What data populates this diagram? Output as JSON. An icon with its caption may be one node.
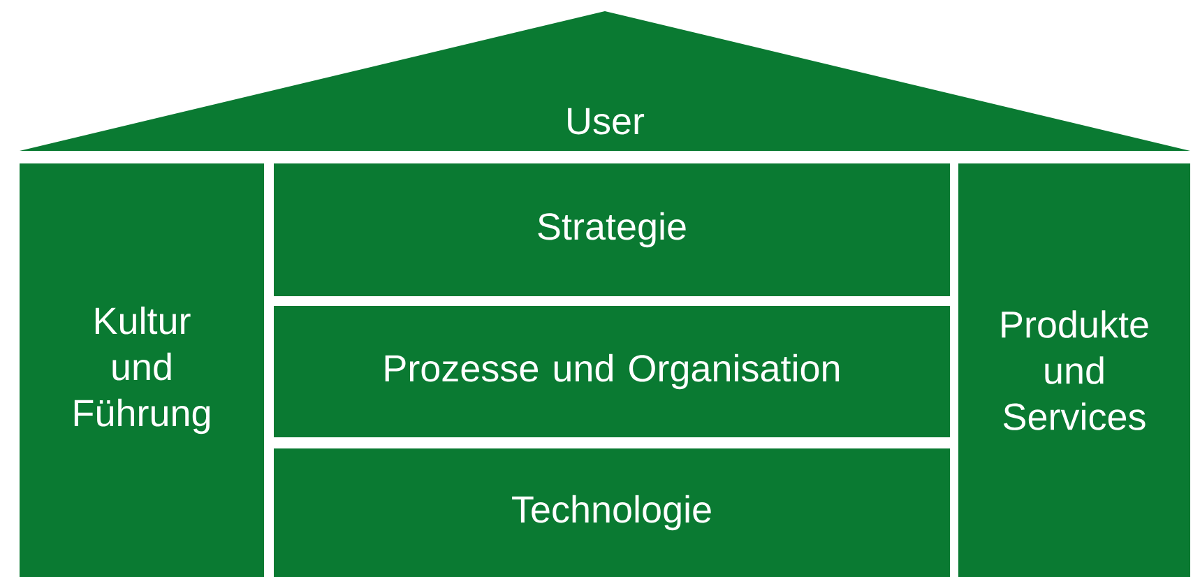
{
  "diagram": {
    "nodes": [
      {
        "text": [
          "User"
        ]
      },
      {
        "text": [
          "Kultur und Führung"
        ]
      },
      {
        "text": [
          "Strategie"
        ]
      },
      {
        "text": [
          "Prozesse und Organisation"
        ]
      },
      {
        "text": [
          "Technologie"
        ]
      },
      {
        "text": [
          "Produkte und Services"
        ]
      }
    ]
  }
}
